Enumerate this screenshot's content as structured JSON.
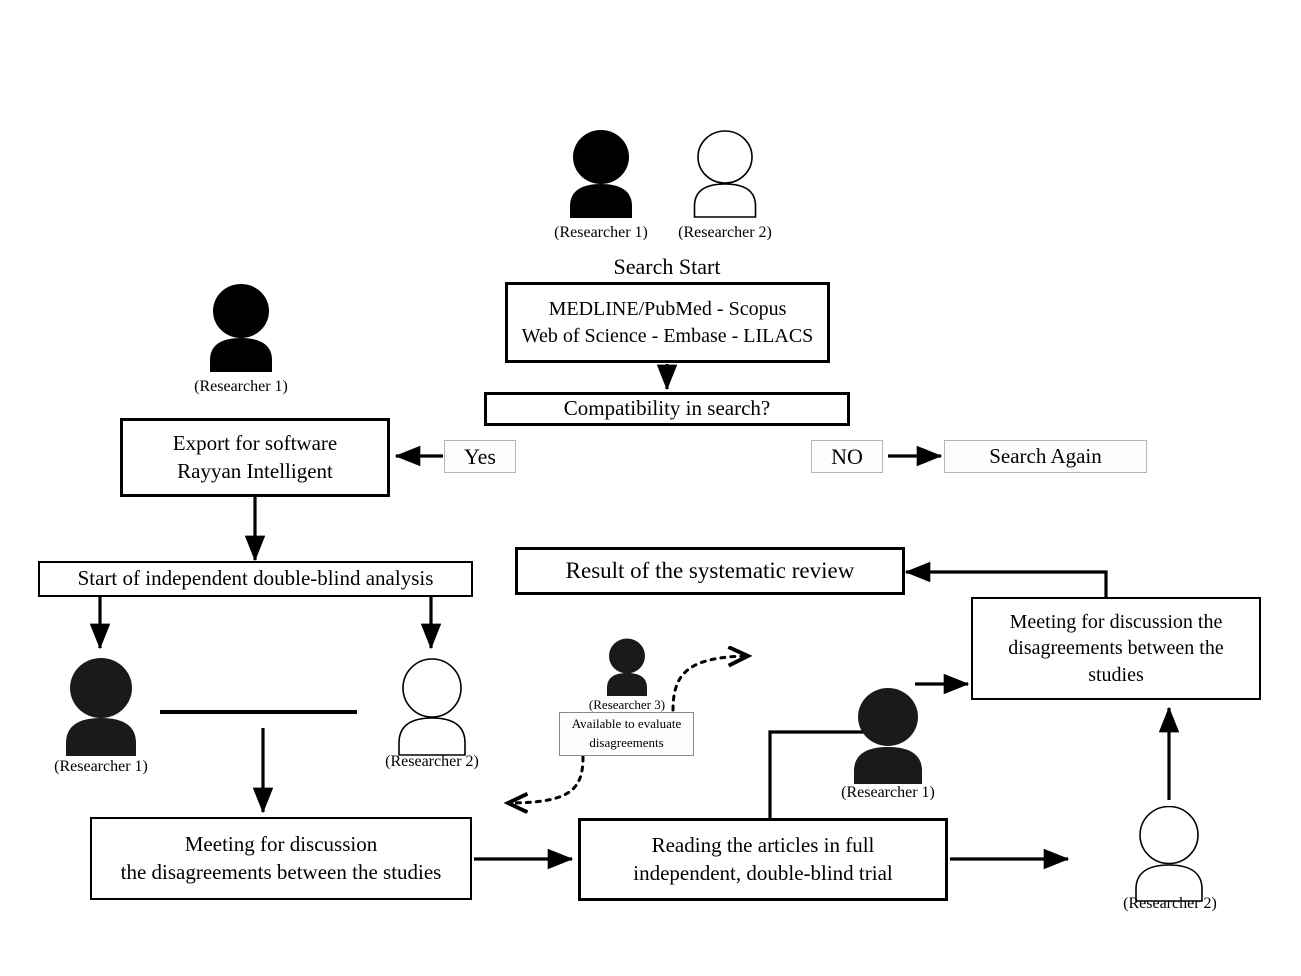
{
  "diagram": {
    "title": "Systematic review search and screening workflow",
    "colors": {
      "ink": "#000000",
      "page": "#ffffff",
      "chip_border": "#b5b5b5",
      "chip_fill": "#fdfdfd"
    }
  },
  "labels": {
    "researcher1": "(Researcher 1)",
    "researcher2": "(Researcher 2)",
    "researcher3": "(Researcher 3)",
    "search_start": "Search Start"
  },
  "nodes": {
    "databases": {
      "line1": "MEDLINE/PubMed - Scopus",
      "line2": "Web of Science - Embase - LILACS"
    },
    "compatibility": {
      "text": "Compatibility in search?"
    },
    "yes": {
      "text": "Yes"
    },
    "no": {
      "text": "NO"
    },
    "search_again": {
      "text": "Search Again"
    },
    "export": {
      "line1": "Export for software",
      "line2": "Rayyan Intelligent"
    },
    "start_analysis": {
      "text": "Start of independent double-blind analysis"
    },
    "meeting_left": {
      "line1": "Meeting for discussion",
      "line2": "the disagreements between the studies"
    },
    "reading": {
      "line1": "Reading the articles in full",
      "line2": "independent, double-blind trial"
    },
    "researcher3_note": {
      "line1": "Available to evaluate",
      "line2": "disagreements"
    },
    "meeting_right": {
      "line1": "Meeting for discussion the",
      "line2": "disagreements between the",
      "line3": "studies"
    },
    "result": {
      "text": "Result of the systematic review"
    }
  },
  "icons": {
    "person_filled": "person-filled-icon",
    "person_outline": "person-outline-icon"
  }
}
